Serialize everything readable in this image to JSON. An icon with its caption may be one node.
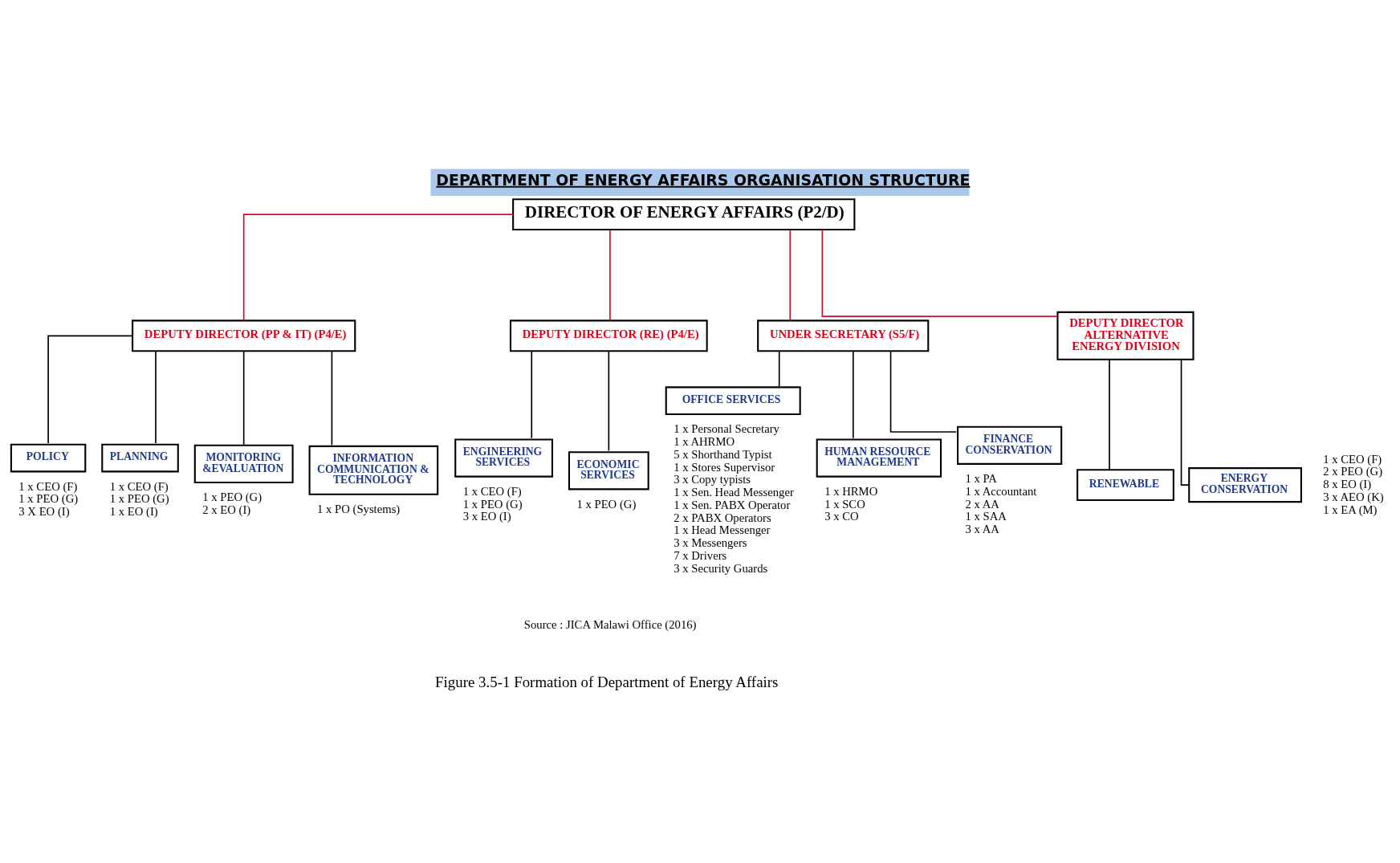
{
  "diagram": {
    "title": "DEPARTMENT OF ENERGY AFFAIRS ORGANISATION STRUCTURE",
    "caption": "Figure 3.5-1 Formation of Department of Energy Affairs",
    "nodes": [
      {
        "text": [
          "DIRECTOR OF ENERGY AFFAIRS (P2/D)"
        ]
      },
      {
        "text": [
          "DEPUTY DIRECTOR (PP & IT) (P4/E)"
        ]
      },
      {
        "text": [
          "DEPUTY DIRECTOR (RE) (P4/E)"
        ]
      },
      {
        "text": [
          "UNDER SECRETARY (S5/F)"
        ]
      },
      {
        "text": [
          "POLICY"
        ],
        "beside": [
          "1 x CEO (F)",
          "1 x PEO (G)",
          "3 X EO (I)"
        ]
      },
      {
        "text": [
          "PLANNING"
        ],
        "beside": [
          "1 x CEO (F)",
          "1 x PEO (G)",
          "1 x EO (I)"
        ]
      },
      {
        "text": [
          "MONITORING &EVALUATION"
        ],
        "beside": [
          "1 x PEO (G)",
          "2 x EO (I)"
        ]
      },
      {
        "text": [
          "INFORMATION COMMUNICATION & TECHNOLOGY"
        ],
        "beside": [
          "1 x PO (Systems)"
        ]
      },
      {
        "text": [
          "ENGINEERING SERVICES"
        ],
        "beside": [
          "1 x CEO (F)",
          "1 x PEO (G)",
          "3 x EO (I)"
        ]
      },
      {
        "text": [
          "ECONOMIC SERVICES"
        ],
        "beside": [
          "1 x PEO (G)"
        ]
      },
      {
        "text": [
          "OFFICE SERVICES"
        ],
        "beside": [
          "1 x Personal Secretary",
          "1 x AHRMO",
          "5 x Shorthand Typist",
          "1 x Stores Supervisor",
          "3 x Copy typists",
          "1 x Sen. Head Messenger",
          "1 x Sen. PABX Operator",
          "2 x PABX Operators",
          "1 x Head Messenger",
          "3 x Messengers",
          "7 x Drivers",
          "3 x Security Guards"
        ]
      },
      {
        "text": [
          "HUMAN RESOURCE MANAGEMENT"
        ],
        "beside": [
          "1 x HRMO",
          "1 x SCO",
          "3 x CO"
        ]
      },
      {
        "text": [
          "FINANCE CONSERVATION"
        ],
        "beside": [
          "1 x PA",
          "1 x Accountant",
          "2 x AA",
          "1 x SAA",
          "3 x AA"
        ]
      },
      {
        "text": [
          "DEPUTY DIRECTOR ALTERNATIVE ENERGY DIVISION"
        ],
        "beside": [
          "1 x CEO (F)",
          "2 x PEO (G)",
          "8 x EO (I)",
          "3 x AEO (K)",
          "1 x EA (M)"
        ]
      },
      {
        "text": [
          "RENEWABLE"
        ]
      },
      {
        "text": [
          "ENERGY CONSERVATION"
        ]
      }
    ],
    "edges": [
      {
        "from": 0,
        "to": 1,
        "arrow": "none",
        "color": "#c8102e"
      },
      {
        "from": 0,
        "to": 2,
        "arrow": "none",
        "color": "#c8102e"
      },
      {
        "from": 0,
        "to": 3,
        "arrow": "none",
        "color": "#c8102e"
      },
      {
        "from": 0,
        "to": 13,
        "arrow": "none",
        "color": "#c8102e"
      },
      {
        "from": 1,
        "to": 4,
        "arrow": "none"
      },
      {
        "from": 1,
        "to": 5,
        "arrow": "none"
      },
      {
        "from": 1,
        "to": 6,
        "arrow": "none"
      },
      {
        "from": 1,
        "to": 7,
        "arrow": "none"
      },
      {
        "from": 2,
        "to": 8,
        "arrow": "none"
      },
      {
        "from": 2,
        "to": 9,
        "arrow": "none"
      },
      {
        "from": 3,
        "to": 10,
        "arrow": "none"
      },
      {
        "from": 3,
        "to": 11,
        "arrow": "none"
      },
      {
        "from": 3,
        "to": 12,
        "arrow": "none"
      },
      {
        "from": 13,
        "to": 14,
        "arrow": "none"
      },
      {
        "from": 13,
        "to": 15,
        "arrow": "none"
      }
    ],
    "labels": [
      "Source : JICA Malawi Office (2016)"
    ]
  }
}
